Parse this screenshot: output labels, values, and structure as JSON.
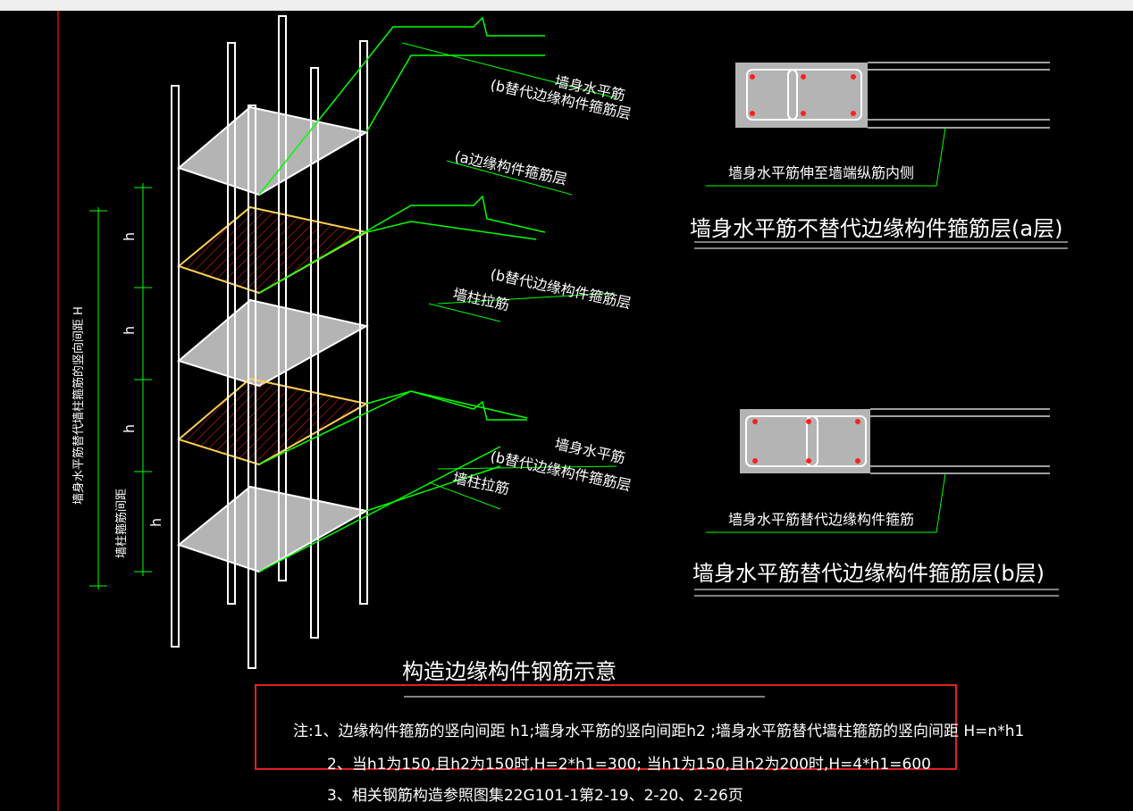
{
  "labels": {
    "wall_horiz_bar_1": "墙身水平筋",
    "b_layer_replace_1": "(b替代边缘构件箍筋层",
    "a_layer": "(a边缘构件箍筋层",
    "b_layer_replace_2": "(b替代边缘构件箍筋层",
    "wall_col_tie_1": "墙柱拉筋",
    "wall_horiz_bar_2": "墙身水平筋",
    "b_layer_replace_3": "(b替代边缘构件箍筋层",
    "wall_col_tie_2": "墙柱拉筋",
    "h1": "h",
    "h2": "h",
    "h3": "h",
    "h4": "h",
    "vertical_H": "墙身水平筋替代墙柱箍筋的竖向间距 H",
    "vertical_h": "墙柱箍筋间距",
    "section_a_callout": "墙身水平筋伸至墙端纵筋内侧",
    "section_a_title": "墙身水平筋不替代边缘构件箍筋层(a层)",
    "section_b_callout": "墙身水平筋替代边缘构件箍筋",
    "section_b_title": "墙身水平筋替代边缘构件箍筋层(b层)",
    "main_title": "构造边缘构件钢筋示意"
  },
  "notes": {
    "line1": "注:1、边缘构件箍筋的竖向间距 h1;墙身水平筋的竖向间距h2 ;墙身水平筋替代墙柱箍筋的竖向间距 H=n*h1",
    "line2": "2、当h1为150,且h2为150时,H=2*h1=300; 当h1为150,且h2为200时,H=4*h1=600",
    "line3": "3、相关钢筋构造参照图集22G101-1第2-19、2-20、2-26页"
  },
  "colors": {
    "background": "#000000",
    "rebar": "#ffffff",
    "leader": "#00ff00",
    "slab_fill": "#b4b4b4",
    "hatch": "#ff2020",
    "highlight_box": "#e02020",
    "left_border": "#d01010"
  }
}
